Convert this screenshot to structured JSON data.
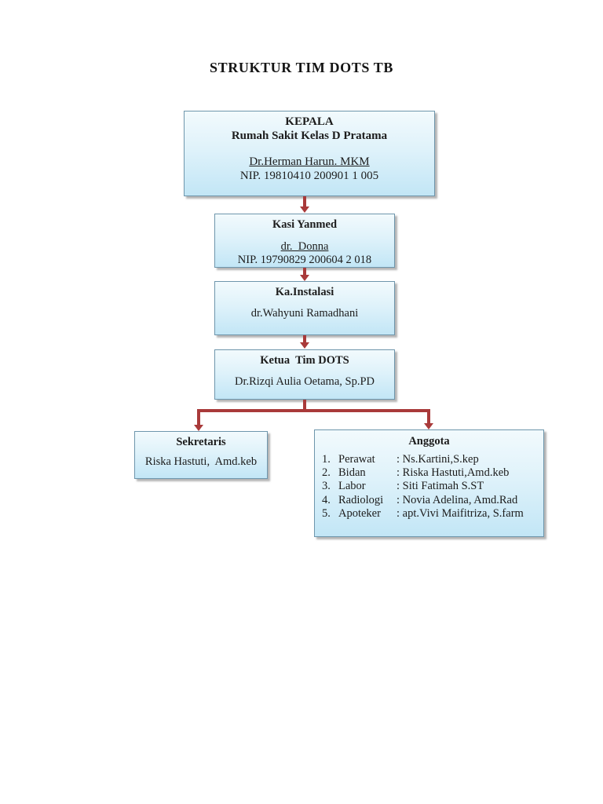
{
  "page": {
    "title": "STRUKTUR TIM DOTS TB"
  },
  "colors": {
    "box_fill_top": "#F2FAFD",
    "box_fill_bottom": "#C2E6F6",
    "box_border": "#6E96AC",
    "connector": "#A93A3A",
    "body_text": "#1C1C1C"
  },
  "chart": {
    "kepala": {
      "line1": "KEPALA",
      "line2": "Rumah Sakit Kelas D Pratama",
      "name": "Dr.Herman Harun. MKM",
      "nip": "NIP. 19810410 200901 1 005"
    },
    "kasi_yanmed": {
      "title": "Kasi Yanmed",
      "name": "dr.  Donna",
      "nip": "NIP. 19790829 200604 2 018"
    },
    "ka_instalasi": {
      "title": "Ka.Instalasi",
      "name": "dr.Wahyuni Ramadhani"
    },
    "ketua": {
      "title": "Ketua  Tim DOTS",
      "name": "Dr.Rizqi Aulia Oetama, Sp.PD"
    },
    "sekretaris": {
      "title": "Sekretaris",
      "name": "Riska Hastuti,  Amd.keb"
    },
    "anggota": {
      "title": "Anggota",
      "members": [
        {
          "no": "1.",
          "role": "Perawat",
          "value": ": Ns.Kartini,S.kep"
        },
        {
          "no": "2.",
          "role": "Bidan",
          "value": ": Riska Hastuti,Amd.keb"
        },
        {
          "no": "3.",
          "role": "Labor",
          "value": ": Siti Fatimah S.ST"
        },
        {
          "no": "4.",
          "role": "Radiologi",
          "value": ": Novia Adelina, Amd.Rad"
        },
        {
          "no": "5.",
          "role": "Apoteker",
          "value": ": apt.Vivi Maifitriza, S.farm"
        }
      ]
    }
  }
}
